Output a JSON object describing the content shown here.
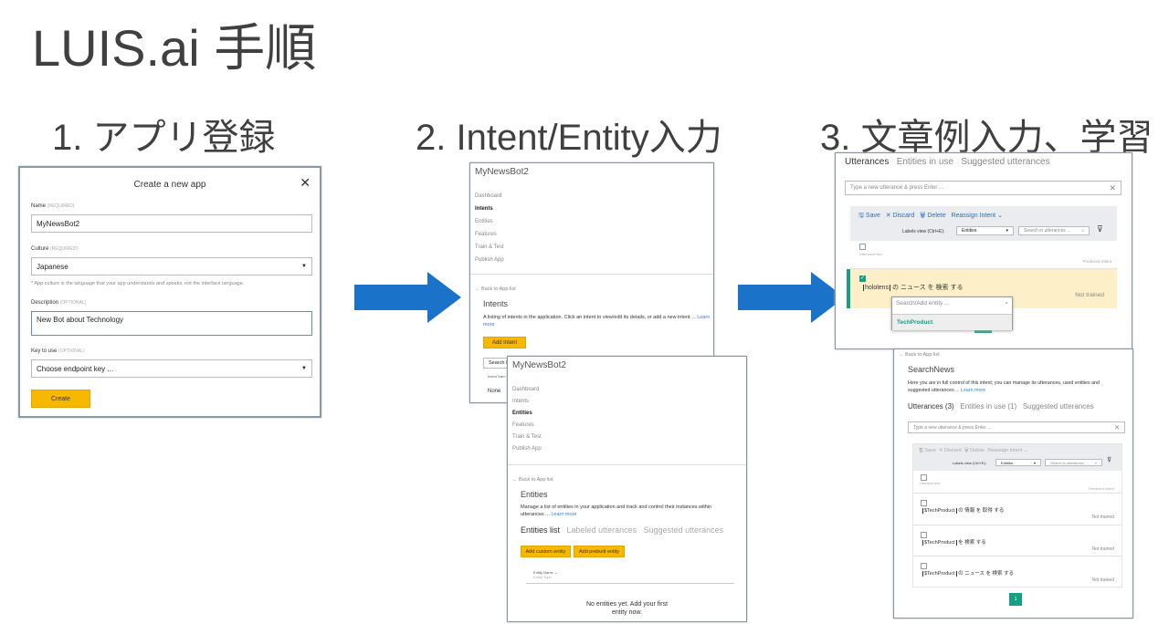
{
  "slide": {
    "title": "LUIS.ai 手順",
    "steps": [
      "1. アプリ登録",
      "2. Intent/Entity入力",
      "3. 文章例入力、学習"
    ]
  },
  "colors": {
    "accent_blue": "#1a73c8",
    "button_yellow": "#f9b800",
    "teal": "#13a085",
    "highlight_row": "#fdf0c8"
  },
  "create_app": {
    "title": "Create a new app",
    "close_icon": "close-icon",
    "name_label": "Name",
    "name_tag": "(REQUIRED)",
    "name_value": "MyNewsBot2",
    "culture_label": "Culture",
    "culture_tag": "(REQUIRED)",
    "culture_value": "Japanese",
    "culture_note": "* App culture is the language that your app understands and speaks, not the interface language.",
    "description_label": "Description",
    "description_tag": "(OPTIONAL)",
    "description_value": "New Bot about Technology",
    "key_label": "Key to use",
    "key_tag": "(OPTIONAL)",
    "key_value": "Choose endpoint key ...",
    "create_button": "Create"
  },
  "intents_page": {
    "app_name": "MyNewsBot2",
    "nav": [
      "Dashboard",
      "Intents",
      "Entities",
      "Features",
      "Train & Test",
      "Publish App"
    ],
    "back": "Back to App list",
    "heading": "Intents",
    "description": "A listing of intents in the application. Click an intent to view/edit its details, or add a new intent ...",
    "learn_more": "Learn more",
    "add_button": "Add Intent",
    "search_placeholder": "Search f",
    "column": "Intent Nam",
    "row": "None"
  },
  "entities_page": {
    "app_name": "MyNewsBot2",
    "nav": [
      "Dashboard",
      "Intents",
      "Entities",
      "Features",
      "Train & Test",
      "Publish App"
    ],
    "back": "Back to App list",
    "heading": "Entities",
    "description": "Manage a list of entities in your application and track and control their instances within utterances ...",
    "learn_more": "Learn more",
    "tabs": [
      "Entities list",
      "Labeled utterances",
      "Suggested utterances"
    ],
    "add_custom": "Add custom entity",
    "add_prebuilt": "Add prebuilt entity",
    "col_name": "Entity Name ⌄",
    "col_type": "Entity Type",
    "empty_line1": "No entities yet. Add your first",
    "empty_line2": "entity now."
  },
  "utterance_edit": {
    "tabs": [
      "Utterances",
      "Entities in use",
      "Suggested utterances"
    ],
    "input_placeholder": "Type a new utterance & press Enter ...",
    "toolbar": {
      "save": "Save",
      "discard": "Discard",
      "delete": "Delete",
      "reassign": "Reassign Intent"
    },
    "labels_view": "Labels view (Ctrl+E):",
    "labels_value": "Entities",
    "search_placeholder": "Search in utterances ...",
    "col_text": "Utterance text",
    "col_intent": "Predicted Intent",
    "row": {
      "entity": "hololens",
      "rest": "の ニュース を 検索 する",
      "status": "Not trained"
    },
    "entity_search_placeholder": "Search/Add entity ...",
    "entity_option": "TechProduct"
  },
  "intent_detail": {
    "back": "Back to App list",
    "heading": "SearchNews",
    "description": "Here you are in full control of this intent; you can manage its utterances, used entities and suggested utterances ...",
    "learn_more": "Learn more",
    "tabs": [
      "Utterances (3)",
      "Entities in use (1)",
      "Suggested utterances"
    ],
    "input_placeholder": "Type a new utterance & press Enter ...",
    "toolbar": {
      "save": "Save",
      "discard": "Discard",
      "delete": "Delete",
      "reassign": "Reassign Intent"
    },
    "labels_view": "Labels view (Ctrl+E):",
    "labels_value": "Entities",
    "search_placeholder": "Search in utterances ...",
    "col_text": "Utterance text",
    "col_intent": "Predicted Intent",
    "rows": [
      {
        "entity": "$TechProduct",
        "rest": "の 情報 を 取得 する",
        "status": "Not trained"
      },
      {
        "entity": "$TechProduct",
        "rest": "を 検索 する",
        "status": "Not trained"
      },
      {
        "entity": "$TechProduct",
        "rest": "の ニュース を 検索 する",
        "status": "Not trained"
      }
    ],
    "page": "1"
  }
}
